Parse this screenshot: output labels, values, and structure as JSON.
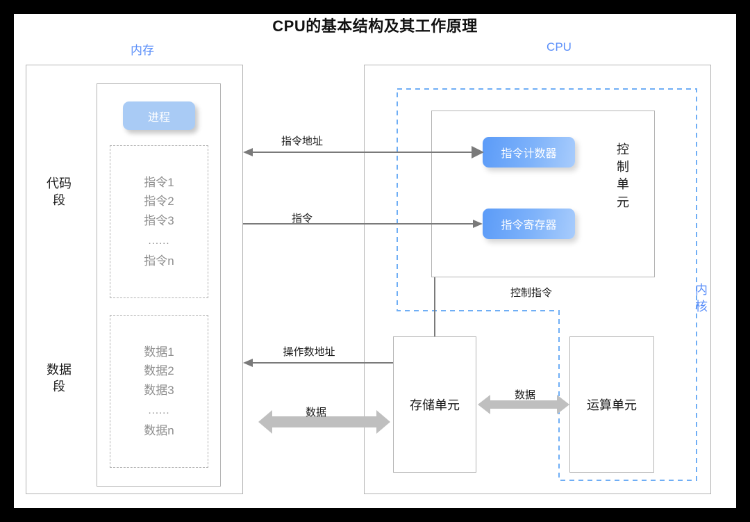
{
  "title": "CPU的基本结构及其工作原理",
  "sections": {
    "memory_label": "内存",
    "cpu_label": "CPU",
    "kernel_label": "内核"
  },
  "memory": {
    "process_badge": "进程",
    "code_segment": {
      "side_label": "代码段",
      "items": [
        "指令1",
        "指令2",
        "指令3",
        "......",
        "指令n"
      ]
    },
    "data_segment": {
      "side_label": "数据段",
      "items": [
        "数据1",
        "数据2",
        "数据3",
        "......",
        "数据n"
      ]
    }
  },
  "cpu": {
    "control_unit": {
      "label": "控制单元",
      "registers": [
        "指令计数器",
        "指令寄存器"
      ]
    },
    "storage_unit": "存储单元",
    "alu_unit": "运算单元"
  },
  "edges": {
    "instruction_address": "指令地址",
    "instruction": "指令",
    "control_instruction": "控制指令",
    "operand_address": "操作数地址",
    "data_memory": "数据",
    "data_cpu": "数据"
  },
  "colors": {
    "accent_blue": "#5B8FF9",
    "chip_blue": "#5B9BF8",
    "process_blue": "#A9CBF5",
    "box_border": "#b3b3b3",
    "arrow_gray": "#BFBFBF",
    "line_gray": "#7a7a7a",
    "frame_black": "#000000"
  }
}
